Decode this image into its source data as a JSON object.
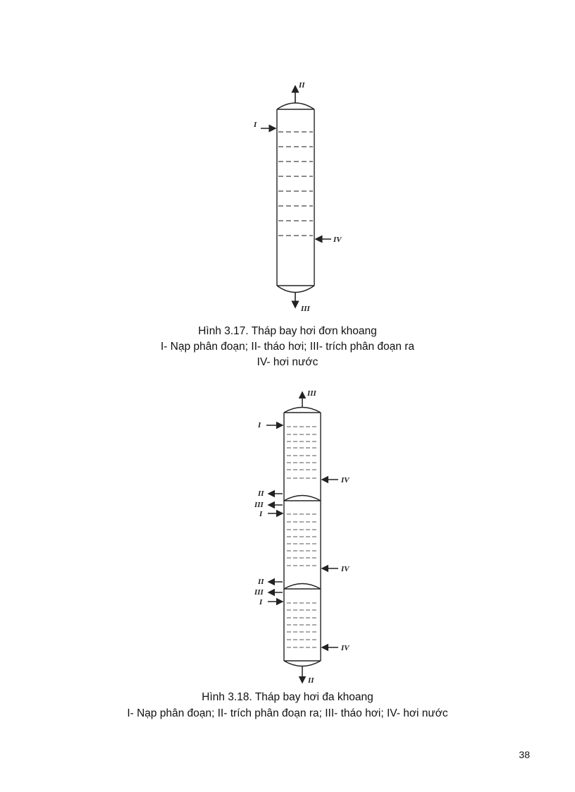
{
  "figure_3_17": {
    "title": "Hình 3.17. Tháp bay hơi đơn khoang",
    "legend_line1": "I- Nạp phân đoạn; II- tháo hơi; III- trích phân đoạn ra",
    "legend_line2": "IV- hơi nước",
    "labels": {
      "top_outlet": "II",
      "feed_inlet": "I",
      "steam_inlet": "IV",
      "bottom_outlet": "III"
    }
  },
  "figure_3_18": {
    "title": "Hình 3.18. Tháp bay hơi đa khoang",
    "legend": "I- Nạp phân đoạn; II- trích phân đoạn ra; III- tháo hơi; IV- hơi nước",
    "labels": {
      "top_outlet": "III",
      "section1_feed": "I",
      "section1_steam": "IV",
      "section2_draw": "II",
      "section2_vapor": "III",
      "section2_feed": "I",
      "section2_steam": "IV",
      "section3_draw": "II",
      "section3_vapor": "III",
      "section3_feed": "I",
      "section3_steam": "IV",
      "bottom_outlet": "II"
    }
  },
  "page": {
    "number": "38"
  }
}
